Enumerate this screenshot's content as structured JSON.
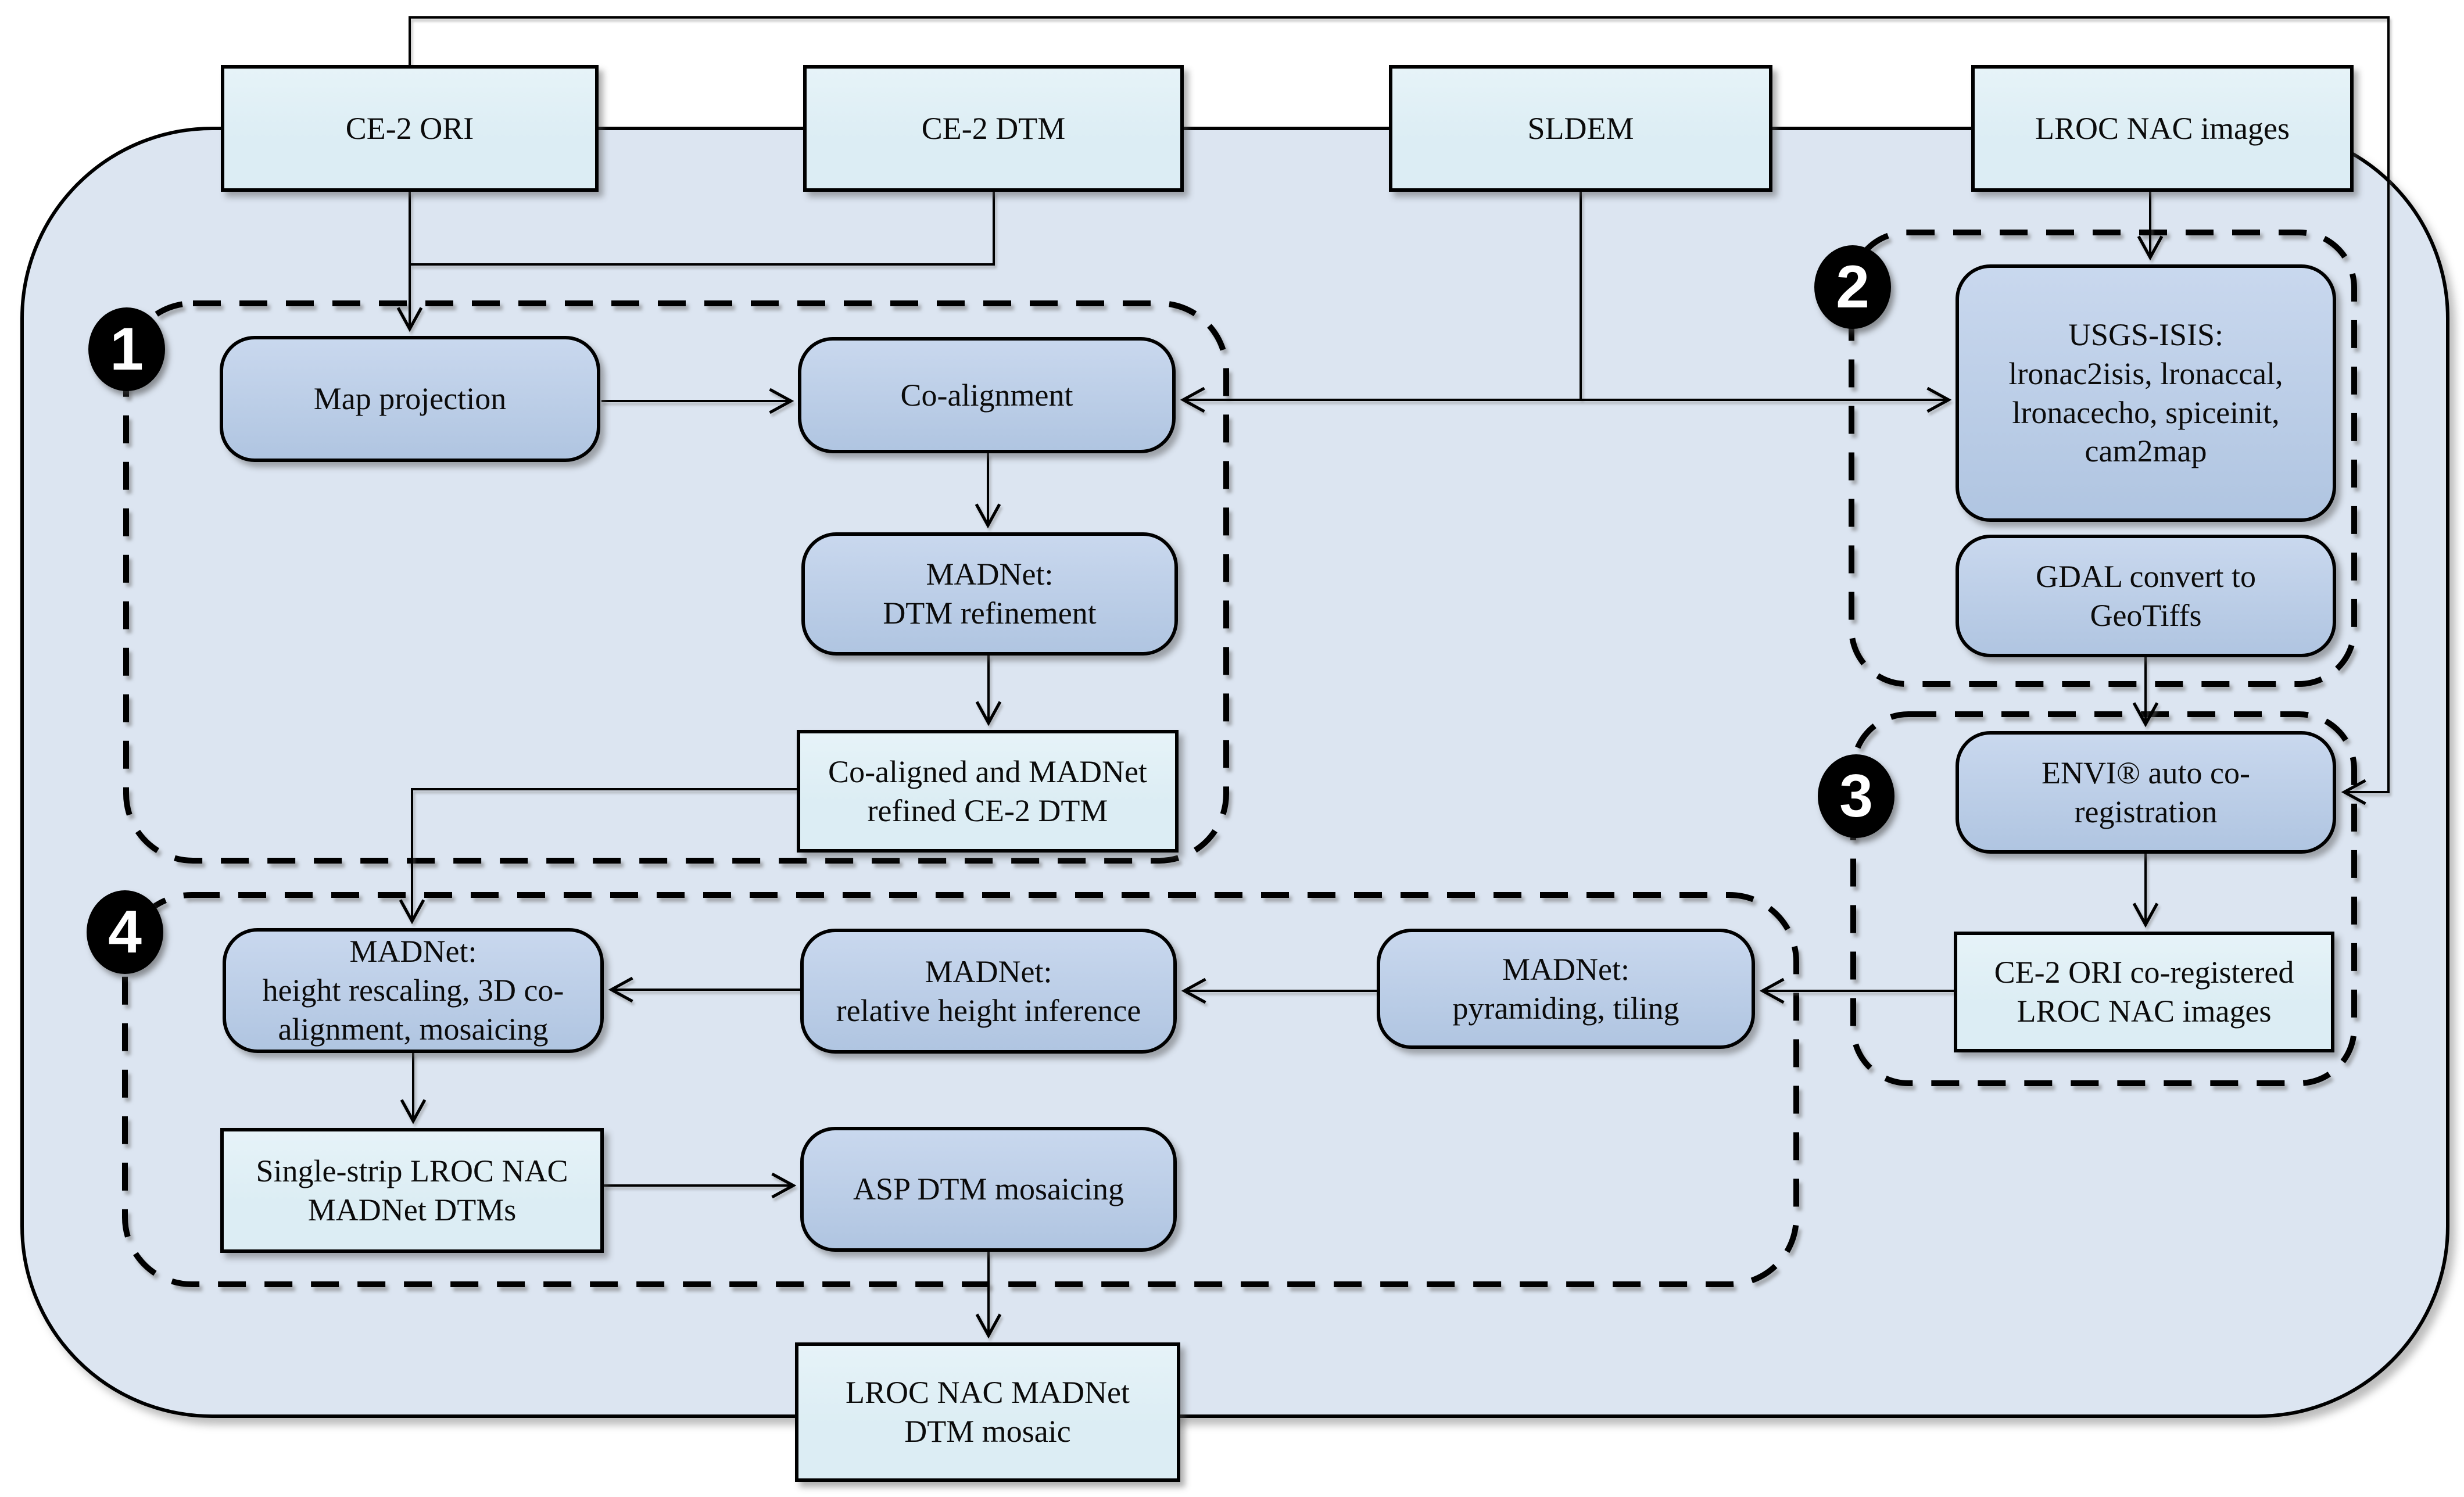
{
  "diagram_type": "flowchart",
  "colors": {
    "background": "#ffffff",
    "container_fill": "#dce5f1",
    "process_fill_top": "#c9d8ee",
    "process_fill_bottom": "#b0c5e1",
    "data_fill": "#dcedf4",
    "line_color": "#000000",
    "badge_fill": "#000000",
    "badge_text": "#ffffff",
    "text_color": "#0b0b0b"
  },
  "inputs": {
    "ce2_ori": "CE-2 ORI",
    "ce2_dtm": "CE-2 DTM",
    "sldem": "SLDEM",
    "lroc_nac": "LROC NAC images"
  },
  "steps": {
    "map_projection": "Map projection",
    "co_alignment": "Co-alignment",
    "madnet_refinement": "MADNet:\nDTM refinement",
    "co_aligned_dtm": "Co-aligned and MADNet\nrefined CE-2 DTM",
    "usgs_isis": "USGS-ISIS:\nlronac2isis, lronaccal,\nlronacecho, spiceinit,\ncam2map",
    "gdal_convert": "GDAL convert to\nGeoTiffs",
    "envi_coregistration": "ENVI® auto co-\nregistration",
    "coregistered_lroc": "CE-2 ORI co-registered\nLROC NAC images",
    "madnet_rescale": "MADNet:\nheight rescaling, 3D co-\nalignment, mosaicing",
    "madnet_rel_height": "MADNet:\nrelative height inference",
    "madnet_pyramiding": "MADNet:\npyramiding, tiling",
    "single_strip_dtms": "Single-strip LROC NAC\nMADNet DTMs",
    "asp_mosaicing": "ASP DTM mosaicing",
    "dtm_mosaic": "LROC NAC MADNet\nDTM mosaic"
  },
  "section_badges": [
    "1",
    "2",
    "3",
    "4"
  ]
}
